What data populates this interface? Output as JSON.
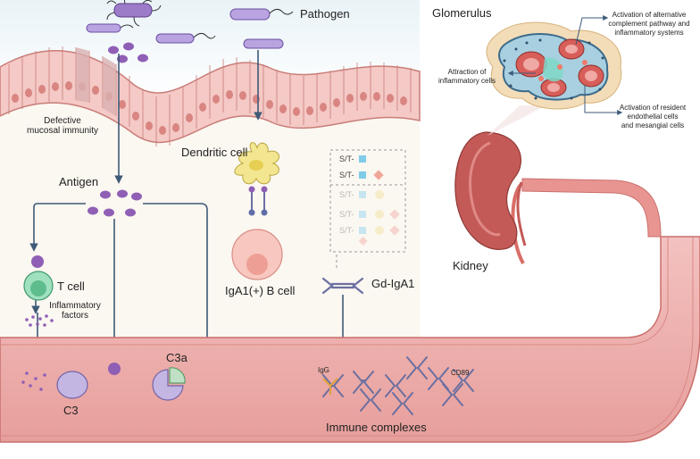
{
  "labels": {
    "pathogen": "Pathogen",
    "glomerulus": "Glomerulus",
    "defective_mucosal_immunity_line1": "Defective",
    "defective_mucosal_immunity_line2": "mucosal immunity",
    "dendritic_cell": "Dendritic cell",
    "antigen": "Antigen",
    "t_cell": "T cell",
    "inflammatory_factors_line1": "Inflammatory",
    "inflammatory_factors_line2": "factors",
    "iga1_b_cell": "IgA1(+) B cell",
    "gd_iga1": "Gd-IgA1",
    "kidney": "Kidney",
    "c3": "C3",
    "c3a": "C3a",
    "igg": "IgG",
    "cd89": "CD89",
    "immune_complexes": "Immune complexes",
    "activation_alt_complement_line1": "Activation of alternative",
    "activation_alt_complement_line2": "complement pathway and",
    "activation_alt_complement_line3": "inflammatory systems",
    "attraction_line1": "Attraction of",
    "attraction_line2": "inflammatory cells",
    "activation_resident_line1": "Activation of resident",
    "activation_resident_line2": "endothelial cells",
    "activation_resident_line3": "and mesangial cells"
  },
  "glycan_legend": [
    "S/T-",
    "S/T-",
    "S/T-",
    "S/T-",
    "S/T-"
  ],
  "colors": {
    "arrow": "#3d5a78",
    "vessel": "#e8a7a5",
    "vessel_wall": "#c96f6c",
    "epithelium": "#f2c5c3",
    "antigen": "#8f5fb5",
    "tcell": "#7dd3a8",
    "bcell": "#f6b9b0",
    "dendritic": "#f1e48a",
    "antibody": "#6b6fa0"
  }
}
